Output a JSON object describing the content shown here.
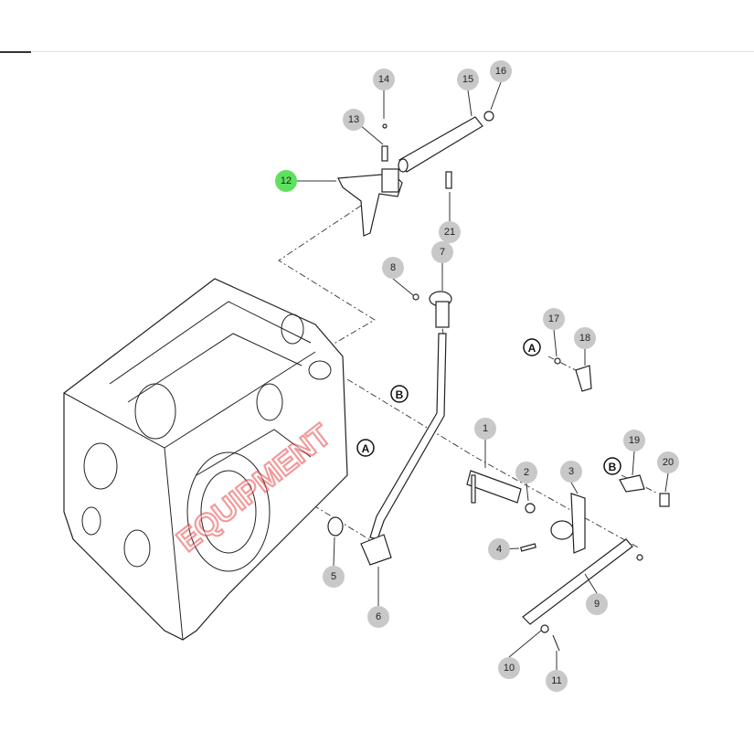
{
  "diagram": {
    "callouts": [
      "1",
      "2",
      "3",
      "4",
      "5",
      "6",
      "7",
      "8",
      "9",
      "10",
      "11",
      "12",
      "13",
      "14",
      "15",
      "16",
      "17",
      "18",
      "19",
      "20",
      "21"
    ],
    "highlighted_callout": "12",
    "reference_marks": [
      "A",
      "B",
      "A",
      "B",
      "A"
    ],
    "watermark": "EQUIPMENT",
    "colors": {
      "callout": "#c8c8c8",
      "highlight": "#5fe05f",
      "watermark": "#e8494a"
    }
  }
}
